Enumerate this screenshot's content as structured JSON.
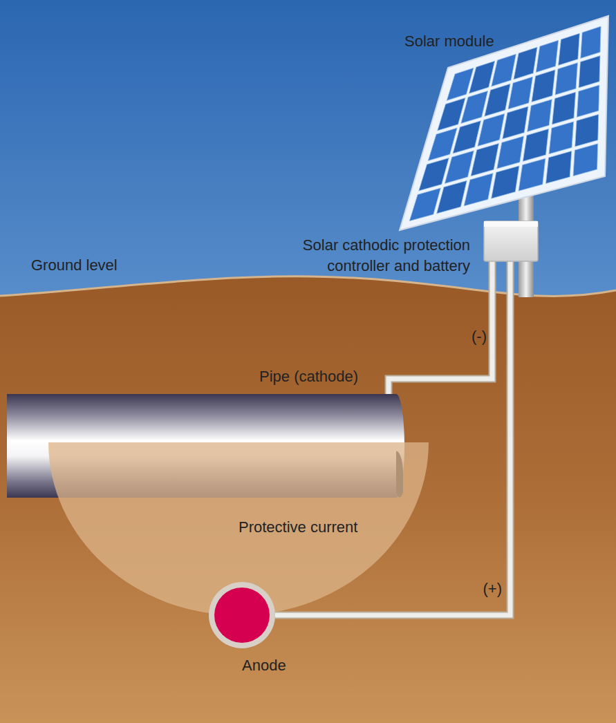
{
  "diagram": {
    "nodes": [
      {
        "text": [
          "Solar module"
        ]
      },
      {
        "text": [
          "Solar cathodic protection controller and battery"
        ]
      },
      {
        "text": [
          "Pipe (cathode)"
        ]
      },
      {
        "text": [
          "Protective current"
        ]
      },
      {
        "text": [
          "Anode"
        ]
      }
    ],
    "edges": [
      {
        "from": 1,
        "to": 2,
        "arrow": "none",
        "label": "(-)"
      },
      {
        "from": 1,
        "to": 4,
        "arrow": "none",
        "label": "(+)"
      }
    ],
    "labels": [
      "Ground level"
    ]
  }
}
